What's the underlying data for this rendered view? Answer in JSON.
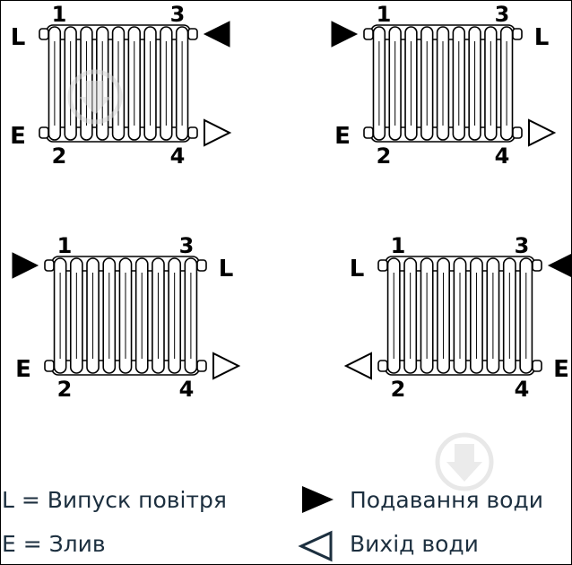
{
  "diagrams": [
    {
      "id": "top-left",
      "labels": {
        "top_left_num": "1",
        "top_right_num": "3",
        "bottom_left_num": "2",
        "bottom_right_num": "4",
        "left_top": "L",
        "left_bottom": "E",
        "right_top": "",
        "right_bottom": ""
      },
      "arrows": {
        "left_top": "",
        "left_bottom": "",
        "right_top": "supply",
        "right_bottom": "return"
      }
    },
    {
      "id": "top-right",
      "labels": {
        "top_left_num": "1",
        "top_right_num": "3",
        "bottom_left_num": "2",
        "bottom_right_num": "4",
        "left_top": "",
        "left_bottom": "E",
        "right_top": "L",
        "right_bottom": ""
      },
      "arrows": {
        "left_top": "supply",
        "left_bottom": "",
        "right_top": "",
        "right_bottom": "return"
      }
    },
    {
      "id": "bottom-left",
      "labels": {
        "top_left_num": "1",
        "top_right_num": "3",
        "bottom_left_num": "2",
        "bottom_right_num": "4",
        "left_top": "",
        "left_bottom": "E",
        "right_top": "L",
        "right_bottom": ""
      },
      "arrows": {
        "left_top": "supply",
        "left_bottom": "",
        "right_top": "",
        "right_bottom": "return"
      }
    },
    {
      "id": "bottom-right",
      "labels": {
        "top_left_num": "1",
        "top_right_num": "3",
        "bottom_left_num": "2",
        "bottom_right_num": "4",
        "left_top": "L",
        "left_bottom": "",
        "right_top": "",
        "right_bottom": "E"
      },
      "arrows": {
        "left_top": "",
        "left_bottom": "return",
        "right_top": "supply",
        "right_bottom": ""
      }
    }
  ],
  "legend": {
    "air_vent": "L = Випуск повітря",
    "drain": "E = Злив",
    "water_supply": "Подавання води",
    "water_outlet": "Вихід води"
  },
  "colors": {
    "ink": "#000000",
    "legend_text": "#1c2f3f",
    "watermark": "#e6e6e6"
  },
  "icons": {
    "supply_arrow": "filled-triangle-icon",
    "return_arrow": "outline-triangle-icon",
    "watermark": "download-watermark-icon"
  }
}
